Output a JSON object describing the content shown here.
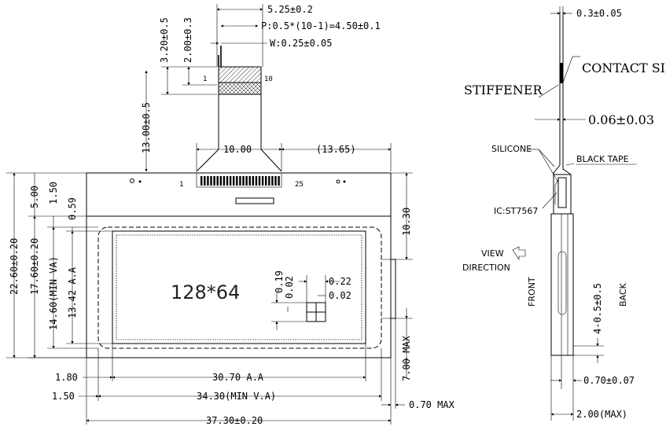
{
  "front_view": {
    "fpc_pitch": "P:0.5*(10-1)=4.50±0.1",
    "fpc_width": "5.25±0.2",
    "pin_width": "W:0.25±0.05",
    "dim_320": "3.20±0.5",
    "dim_200": "2.00±0.3",
    "dim_1300": "13.00±0.5",
    "pin_first": "1",
    "pin_last": "10",
    "fpc_neck": "10.00",
    "fpc_offset": "(13.65)",
    "conn_pin_first": "1",
    "conn_pin_last": "25",
    "dim_2260": "22.60±0.20",
    "dim_1760": "17.60±0.20",
    "dim_1460": "14.60(MIN VA)",
    "dim_1342": "13.42 A.A",
    "dim_500": "5.00",
    "dim_150v": "1.50",
    "dim_059": "0.59",
    "dim_1030": "10.30",
    "dim_700": "7.00 MAX",
    "resolution": "128*64",
    "dot_019": "0.19",
    "dot_002a": "0.02",
    "dot_022": "0.22",
    "dot_002b": "0.02",
    "dim_180": "1.80",
    "dim_3070": "30.70 A.A",
    "dim_150h": "1.50",
    "dim_3430": "34.30(MIN V.A)",
    "dim_070max": "0.70 MAX",
    "dim_3730": "37.30±0.20"
  },
  "side_view": {
    "dim_03": "0.3±0.05",
    "contact_side": "CONTACT SIDE",
    "stiffener": "STIFFENER",
    "dim_006_main": "0.06",
    "dim_006_tol": "±0.03",
    "silicone": "SILICONE",
    "black_tape": "BLACK TAPE",
    "ic": "IC:ST7567",
    "view": "VIEW",
    "direction": "DIRECTION",
    "front": "FRONT",
    "back": "BACK",
    "dim_4": "4-0.5±0.5",
    "dim_070": "0.70±0.07",
    "dim_200max": "2.00(MAX)"
  }
}
